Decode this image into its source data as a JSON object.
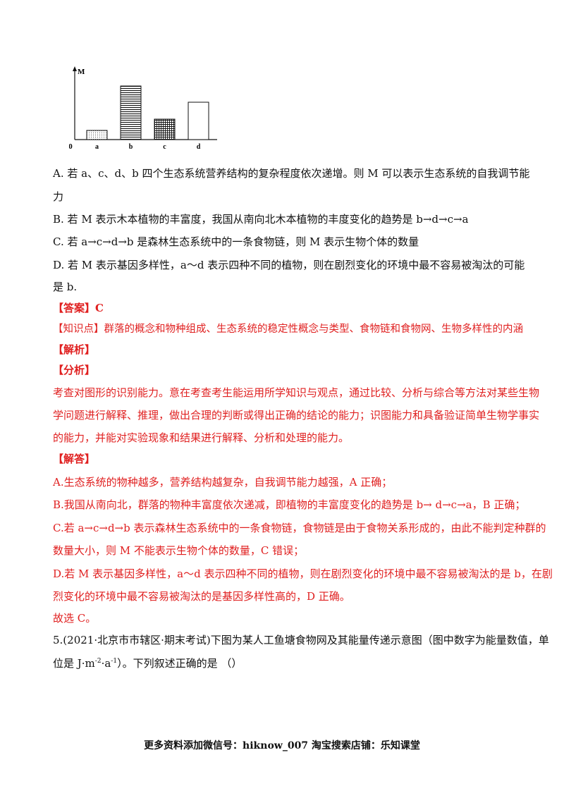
{
  "chart_data": {
    "type": "bar",
    "categories": [
      "a",
      "b",
      "c",
      "d"
    ],
    "values": [
      1.3,
      7.6,
      2.9,
      5.3
    ],
    "ylabel": "M",
    "origin_label": "0",
    "ylim": [
      0,
      10
    ]
  },
  "option_a_line1": "A. 若 a、c、d、b 四个生态系统营养结构的复杂程度依次递增。则 M 可以表示生态系统的自我调节能",
  "option_a_line2": "力",
  "option_b": "B. 若 M 表示木本植物的丰富度，我国从南向北木本植物的丰度变化的趋势是 b→d→c→a",
  "option_c": "C. 若 a→c→d→b 是森林生态系统中的一条食物链，则 M 表示生物个体的数量",
  "option_d_line1": "D. 若 M 表示基因多样性，a～d 表示四种不同的植物，则在剧烈变化的环境中最不容易被淘汰的可能",
  "option_d_line2": "是 b.",
  "answer": "【答案】C",
  "knowledge": "【知识点】群落的概念和物种组成、生态系统的稳定性概念与类型、食物链和食物网、生物多样性的内涵",
  "analysis_heading": "【解析】",
  "fenxi_heading": "【分析】",
  "fenxi_line1": "考查对图形的识别能力。意在考查考生能运用所学知识与观点，通过比较、分析与综合等方法对某些生物",
  "fenxi_line2": "学问题进行解释、推理，做出合理的判断或得出正确的结论的能力；识图能力和具备验证简单生物学事实",
  "fenxi_line3": "的能力，并能对实验现象和结果进行解释、分析和处理的能力。",
  "jieda_heading": "【解答】",
  "jieda_a": "A.生态系统的物种越多，营养结构越复杂，自我调节能力越强，A 正确；",
  "jieda_b": "B.我国从南向北，群落的物种丰富度依次递减，即植物的丰富度变化的趋势是 b→ d→c→a，B 正确；",
  "jieda_c_line1": "C.若 a→c→d→b 表示森林生态系统中的一条食物链，食物链是由于食物关系形成的，由此不能判定种群的",
  "jieda_c_line2": "数量大小，则 M 不能表示生物个体的数量，C 错误；",
  "jieda_d_line1": "D.若 M 表示基因多样性，a～d 表示四种不同的植物，则在剧烈变化的环境中最不容易被淘汰的是 b，在剧",
  "jieda_d_line2": "烈变化的环境中最不容易被淘汰的是基因多样性高的，D 正确。",
  "conclusion": "故选 C。",
  "q5_line1": "5.(2021·北京市市辖区·期末考试)下图为某人工鱼塘食物网及其能量传递示意图（图中数字为能量数值，单",
  "q5_line2_pre": "位是 J·m",
  "q5_sup1": "-2",
  "q5_mid": "·a",
  "q5_sup2": "-1",
  "q5_line2_post": "）。下列叙述正确的是 （）",
  "footer": "更多资料添加微信号：hiknow_007 淘宝搜索店铺：乐知课堂"
}
